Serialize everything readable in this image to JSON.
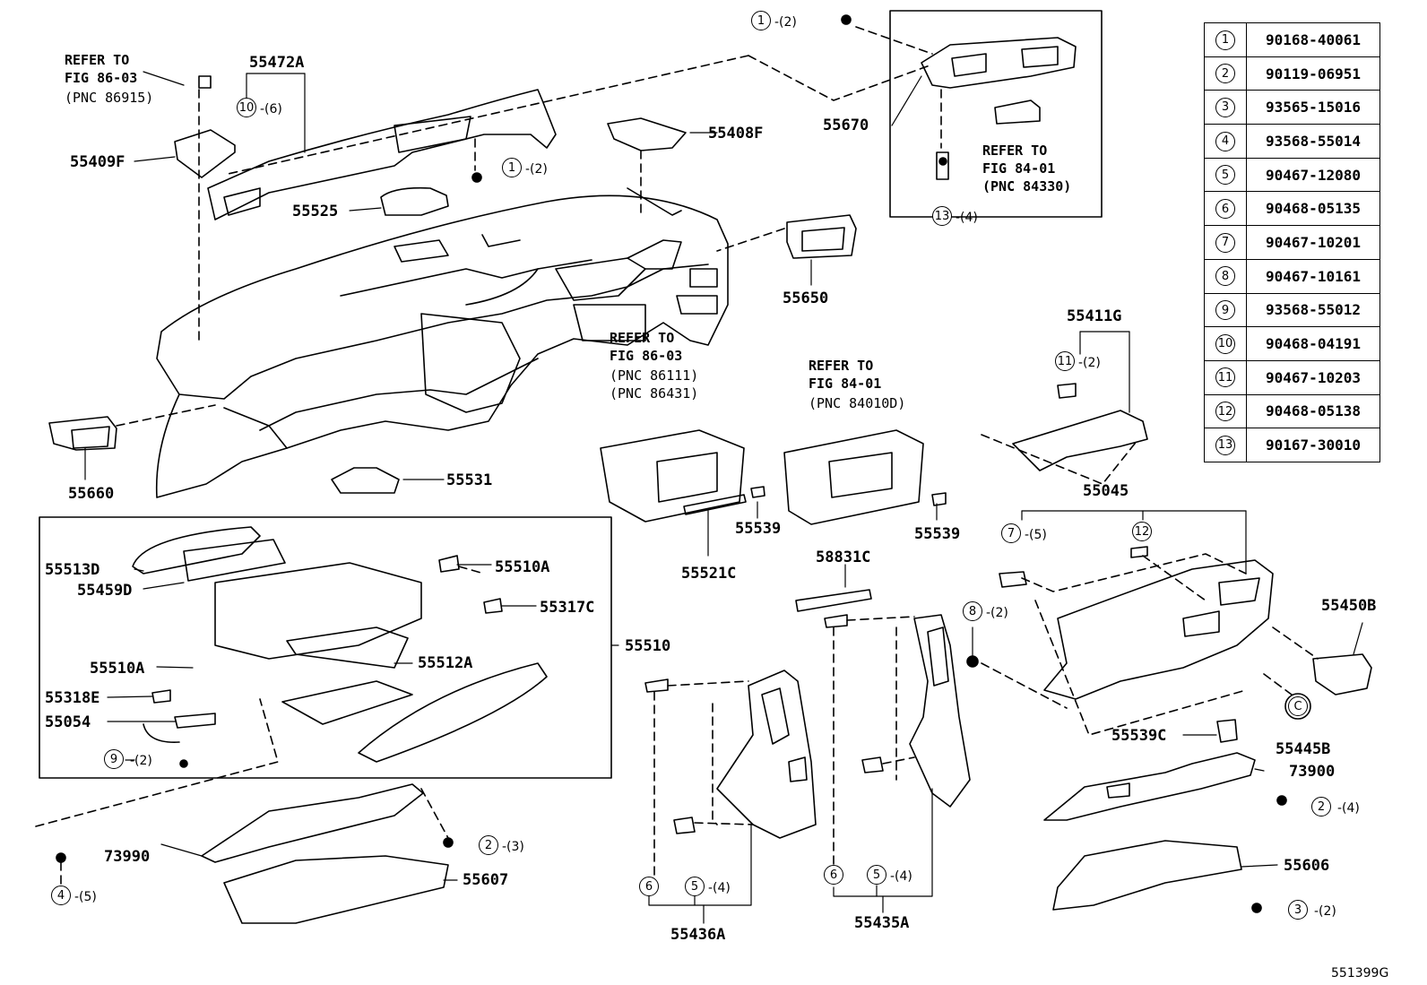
{
  "diagram_id": "551399G",
  "parts_table": [
    {
      "no": "1",
      "part": "90168-40061"
    },
    {
      "no": "2",
      "part": "90119-06951"
    },
    {
      "no": "3",
      "part": "93565-15016"
    },
    {
      "no": "4",
      "part": "93568-55014"
    },
    {
      "no": "5",
      "part": "90467-12080"
    },
    {
      "no": "6",
      "part": "90468-05135"
    },
    {
      "no": "7",
      "part": "90467-10201"
    },
    {
      "no": "8",
      "part": "90467-10161"
    },
    {
      "no": "9",
      "part": "93568-55012"
    },
    {
      "no": "10",
      "part": "90468-04191"
    },
    {
      "no": "11",
      "part": "90467-10203"
    },
    {
      "no": "12",
      "part": "90468-05138"
    },
    {
      "no": "13",
      "part": "90167-30010"
    }
  ],
  "labels": {
    "p55472A": "55472A",
    "p55409F": "55409F",
    "p55525": "55525",
    "p55408F": "55408F",
    "p55670": "55670",
    "p55650": "55650",
    "p55411G": "55411G",
    "p55660": "55660",
    "p55531": "55531",
    "p55539a": "55539",
    "p55539b": "55539",
    "p55521C": "55521C",
    "p55045": "55045",
    "p55513D": "55513D",
    "p55459D": "55459D",
    "p55510Atop": "55510A",
    "p55317C": "55317C",
    "p55510": "55510",
    "p55510Aleft": "55510A",
    "p55512A": "55512A",
    "p55318E": "55318E",
    "p55054": "55054",
    "p58831C": "58831C",
    "p55450B": "55450B",
    "p55539C": "55539C",
    "p55445B": "55445B",
    "p73900": "73900",
    "p73990": "73990",
    "p55607": "55607",
    "p55606": "55606",
    "p55436A": "55436A",
    "p55435A": "55435A"
  },
  "refs": {
    "ref1": "REFER TO\nFIG 86-03",
    "ref1pnc": "(PNC 86915)",
    "ref2": "REFER TO\nFIG 84-01\n(PNC 84330)",
    "ref3": "REFER TO\nFIG 86-03",
    "ref3pnc": "(PNC 86111)\n(PNC 86431)",
    "ref4": "REFER TO\nFIG 84-01",
    "ref4pnc": "(PNC 84010D)"
  },
  "callouts": [
    {
      "id": "c1",
      "no": "1",
      "qty": "-(2)"
    },
    {
      "id": "c2",
      "no": "10",
      "qty": "-(6)"
    },
    {
      "id": "c3",
      "no": "1",
      "qty": "-(2)"
    },
    {
      "id": "c4",
      "no": "13",
      "qty": "-(4)"
    },
    {
      "id": "c5",
      "no": "11",
      "qty": "-(2)"
    },
    {
      "id": "c6",
      "no": "7",
      "qty": "-(5)"
    },
    {
      "id": "c7",
      "no": "12",
      "qty": ""
    },
    {
      "id": "c8",
      "no": "8",
      "qty": "-(2)"
    },
    {
      "id": "c9",
      "no": "9",
      "qty": "-(2)"
    },
    {
      "id": "c10",
      "no": "2",
      "qty": "-(3)"
    },
    {
      "id": "c11",
      "no": "4",
      "qty": "-(5)"
    },
    {
      "id": "c12",
      "no": "6",
      "qty": ""
    },
    {
      "id": "c13",
      "no": "5",
      "qty": "-(4)"
    },
    {
      "id": "c14",
      "no": "6",
      "qty": ""
    },
    {
      "id": "c15",
      "no": "5",
      "qty": "-(4)"
    },
    {
      "id": "c16",
      "no": "2",
      "qty": "-(4)"
    },
    {
      "id": "c17",
      "no": "3",
      "qty": "-(2)"
    },
    {
      "id": "c18",
      "no": "C",
      "qty": ""
    }
  ]
}
